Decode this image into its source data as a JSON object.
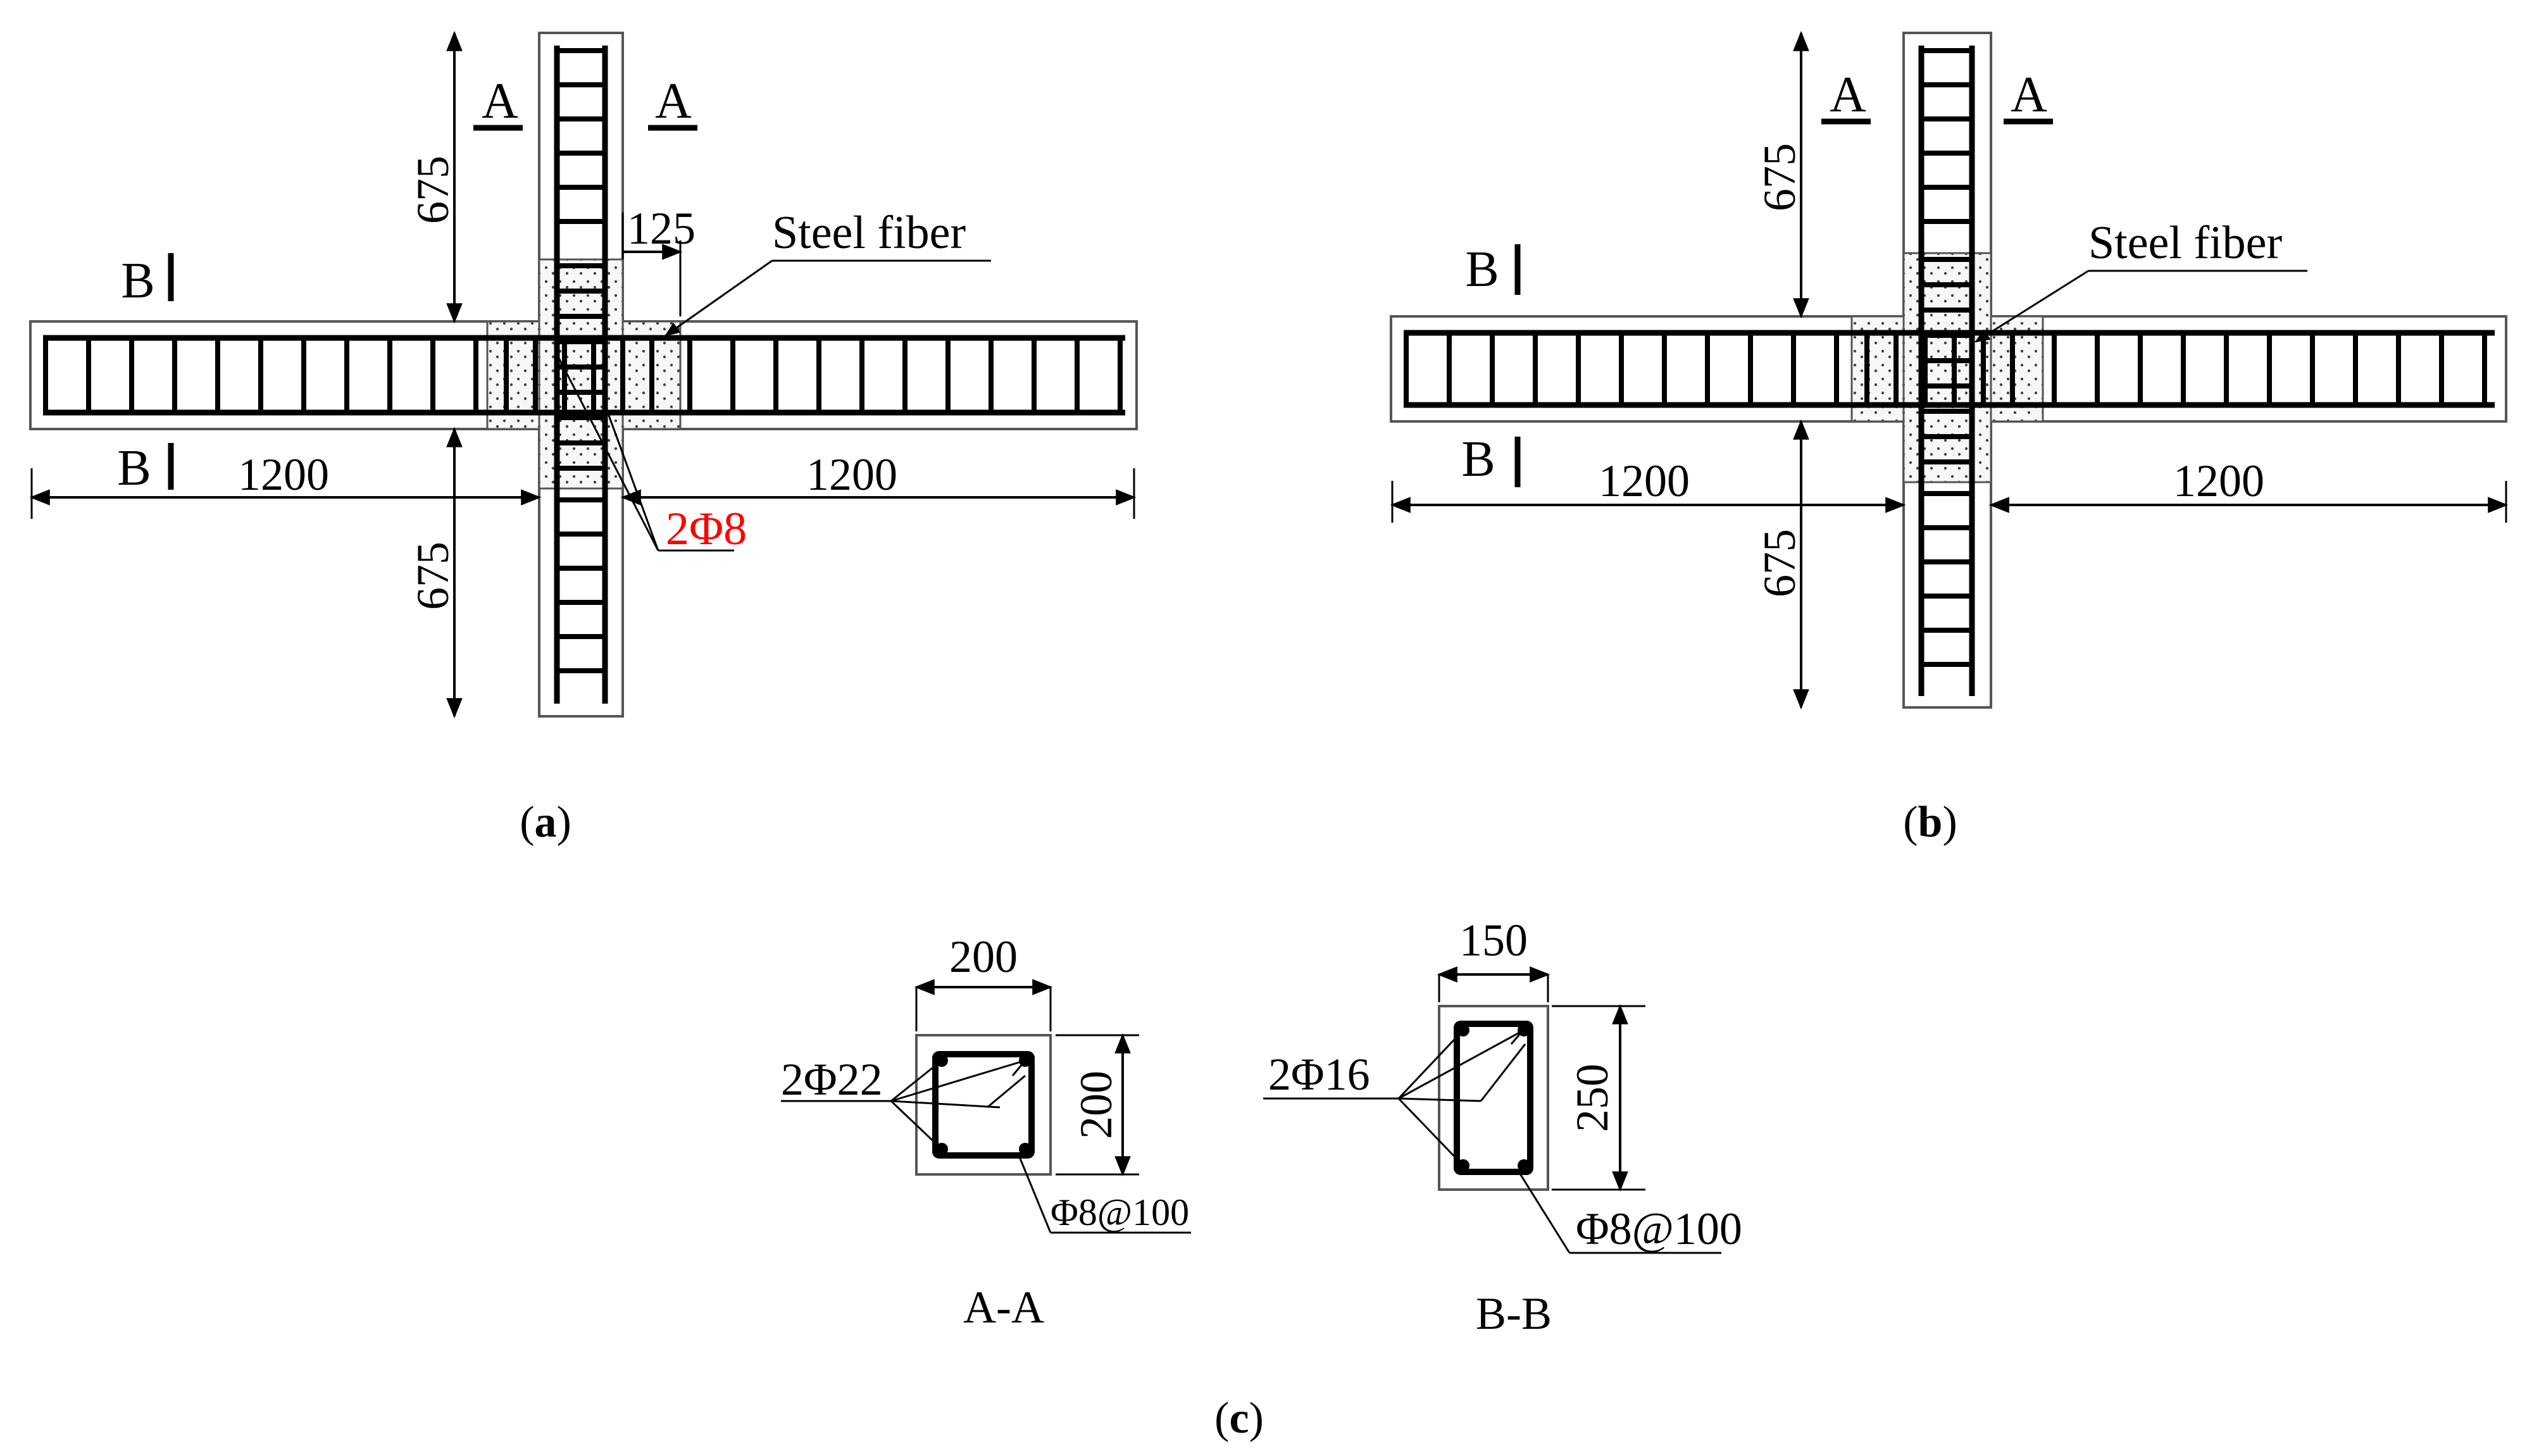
{
  "panel_a": {
    "dim_top": "675",
    "dim_bottom": "675",
    "dim_left": "1200",
    "dim_right": "1200",
    "dim_zone": "125",
    "section_top_left": "A",
    "section_top_right": "A",
    "section_left_top": "B",
    "section_left_bottom": "B",
    "label_fiber": "Steel fiber",
    "label_rebar": "2Φ8",
    "rebar_label_color": "#ff0000",
    "caption_letter": "a"
  },
  "panel_b": {
    "dim_top": "675",
    "dim_bottom": "675",
    "dim_left": "1200",
    "dim_right": "1200",
    "section_top_left": "A",
    "section_top_right": "A",
    "section_left_top": "B",
    "section_left_bottom": "B",
    "label_fiber": "Steel fiber",
    "caption_letter": "b"
  },
  "panel_c": {
    "section_aa": {
      "width": "200",
      "height": "200",
      "long_bars": "2Φ22",
      "stirrups": "Φ8@100",
      "title": "A-A"
    },
    "section_bb": {
      "width": "150",
      "height": "250",
      "long_bars": "2Φ16",
      "stirrups": "Φ8@100",
      "title": "B-B"
    },
    "caption_letter": "c"
  }
}
